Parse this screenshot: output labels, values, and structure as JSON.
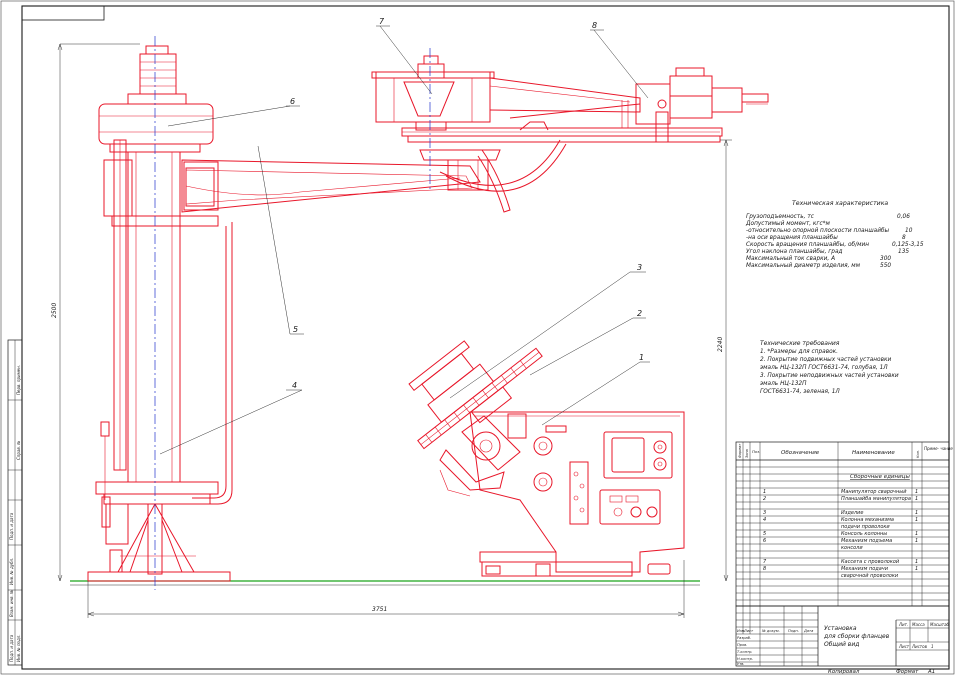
{
  "callouts": [
    "1",
    "2",
    "3",
    "4",
    "5",
    "6",
    "7",
    "8"
  ],
  "dimensions": {
    "height_total": "2500",
    "height_table": "2240",
    "width_total": "3751"
  },
  "specs": {
    "title": "Техническая характеристика",
    "rows": [
      {
        "label": "Грузоподъемность, тс",
        "value": "0,06"
      },
      {
        "label": "Допустимый момент, кгс*м",
        "value": ""
      },
      {
        "label": "-относительно опорной плоскости планшайбы",
        "value": "10"
      },
      {
        "label": "-на оси вращения планшайбы",
        "value": "8"
      },
      {
        "label": "Скорость вращения планшайбы, об/мин",
        "value": "0,125-3,15"
      },
      {
        "label": "Угол наклона планшайбы, град",
        "value": "135"
      },
      {
        "label": "Максимальный ток сварки, А",
        "value": "300"
      },
      {
        "label": "Максимальный диаметр изделия, мм",
        "value": "550"
      }
    ]
  },
  "requirements": {
    "title": "Технические требования",
    "lines": [
      "1. *Размеры для справок.",
      "2. Покрытие подвижных частей установки",
      "эмаль НЦ-132П ГОСТ6631-74, голубая, 1Л",
      "3. Покрытие неподвижных частей установки",
      "эмаль НЦ-132П",
      "ГОСТ6631-74, зеленая, 1Л"
    ]
  },
  "spec_table": {
    "headers": [
      "Формат",
      "Зона",
      "Поз.",
      "Обозначение",
      "Наименование",
      "Кол.",
      "Приме- чание"
    ],
    "section": "Сборочные единицы",
    "rows": [
      {
        "pos": "1",
        "name": "Манипулятор сварочный",
        "qty": "1"
      },
      {
        "pos": "2",
        "name": "Планшайба манипулятора",
        "qty": "1"
      },
      {
        "pos": "3",
        "name": "Изделие",
        "qty": "1"
      },
      {
        "pos": "4",
        "name": "Колонна механизма",
        "qty": "1"
      },
      {
        "pos": "",
        "name": "подачи проволоки",
        "qty": ""
      },
      {
        "pos": "5",
        "name": "Консоль колонны",
        "qty": "1"
      },
      {
        "pos": "6",
        "name": "Механизм подъема",
        "qty": "1"
      },
      {
        "pos": "",
        "name": "консоли",
        "qty": ""
      },
      {
        "pos": "7",
        "name": "Кассета с проволокой",
        "qty": "1"
      },
      {
        "pos": "8",
        "name": "Механизм подачи",
        "qty": "1"
      },
      {
        "pos": "",
        "name": "сварочной проволоки",
        "qty": ""
      }
    ]
  },
  "title_block": {
    "name_lines": [
      "Установка",
      "для сборки фланцев",
      "Общий вид"
    ],
    "col_headers": [
      "Изм.",
      "Лист",
      "№ докум.",
      "Подп.",
      "Дата"
    ],
    "roles": [
      "Разраб.",
      "Пров.",
      "Т.контр.",
      "",
      "Н.контр.",
      "Утв."
    ],
    "lit_label": "Лит.",
    "mass_label": "Масса",
    "scale_label": "Масштаб",
    "sheet_label": "Лист",
    "sheets_label": "Листов",
    "sheets_value": "1"
  },
  "footer": {
    "copied": "Копировал",
    "format_label": "Формат",
    "format_value": "А1"
  },
  "side_stamp": [
    "Перв. примен.",
    "Справ. №",
    "Подп. и дата",
    "Инв. № дубл.",
    "Взам. инв. №",
    "Подп. и дата",
    "Инв. № подл."
  ]
}
